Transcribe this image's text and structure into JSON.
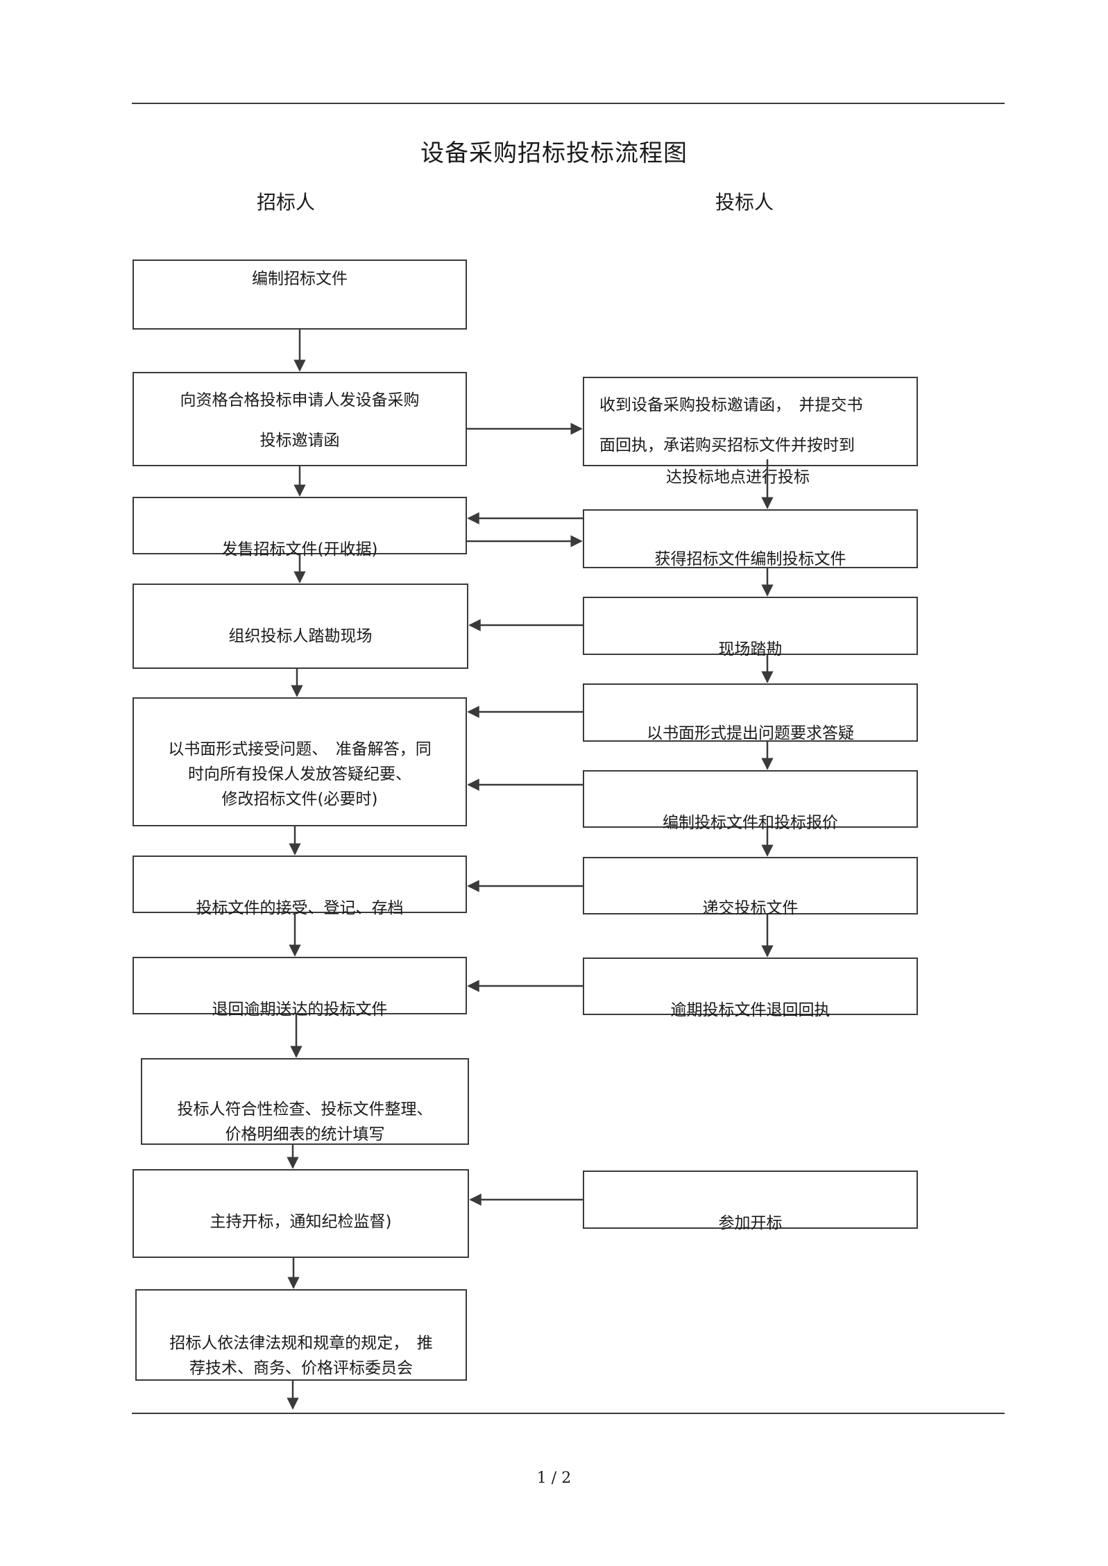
{
  "title": "设备采购招标投标流程图",
  "columns": {
    "left": "招标人",
    "right": "投标人"
  },
  "left_steps": [
    "编制招标文件",
    "向资格合格投标申请人发设备采购\n投标邀请函",
    "发售招标文件(开收据)",
    "组织投标人踏勘现场",
    "以书面形式接受问题、　准备解答，同\n时向所有投保人发放答疑纪要、\n修改招标文件(必要时)",
    "投标文件的接受、登记、存档",
    "退回逾期送达的投标文件",
    "投标人符合性检查、投标文件整理、\n价格明细表的统计填写",
    "主持开标，通知纪检监督)",
    "招标人依法律法规和规章的规定，　推\n荐技术、商务、价格评标委员会"
  ],
  "right_steps": [
    "收到设备采购投标邀请函，　并提交书\n面回执，承诺购买招标文件并按时到",
    "达投标地点进行投标",
    "获得招标文件编制投标文件",
    "现场踏勘",
    "以书面形式提出问题要求答疑",
    "编制投标文件和投标报价",
    "递交投标文件",
    "逾期投标文件退回回执",
    "参加开标"
  ],
  "footer": {
    "page": "1 / 2"
  }
}
